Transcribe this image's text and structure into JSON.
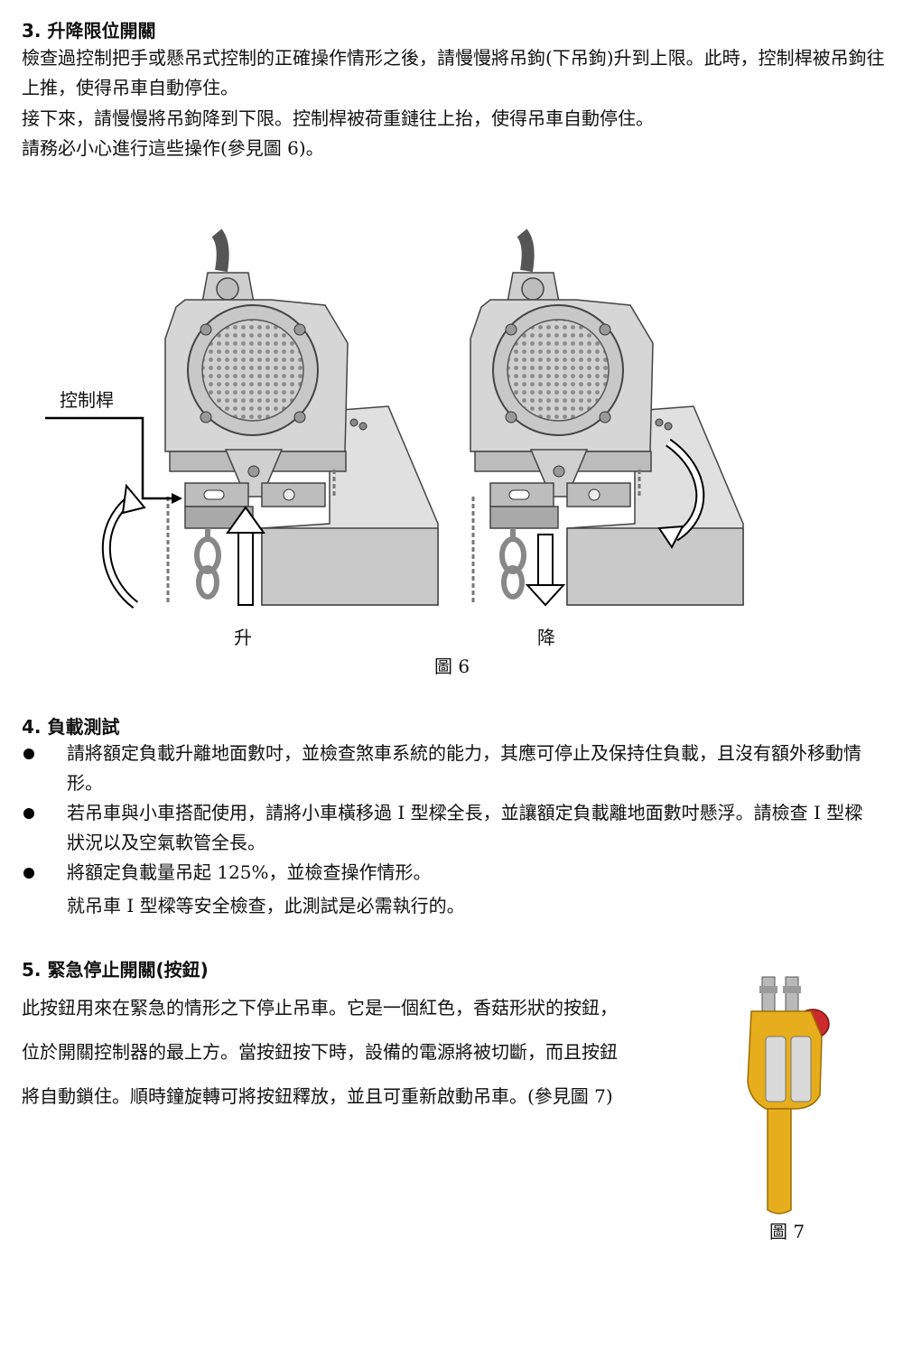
{
  "section3": {
    "heading": "3.  升降限位開關",
    "para1": "檢查過控制把手或懸吊式控制的正確操作情形之後，請慢慢將吊鉤(下吊鉤)升到上限。此時，控制桿被吊鉤往上推，使得吊車自動停住。",
    "para2": "接下來，請慢慢將吊鉤降到下限。控制桿被荷重鏈往上抬，使得吊車自動停住。",
    "para3": "請務必小心進行這些操作(參見圖 6)。"
  },
  "figure6": {
    "lever_label": "控制桿",
    "up_label": "升",
    "down_label": "降",
    "caption": "圖 6"
  },
  "section4": {
    "heading": "4.  負載測試",
    "bullets": [
      "請將額定負載升離地面數吋，並檢查煞車系統的能力，其應可停止及保持住負載，且沒有額外移動情形。",
      "若吊車與小車搭配使用，請將小車橫移過 I 型樑全長，並讓額定負載離地面數吋懸浮。請檢查 I 型樑狀況以及空氣軟管全長。",
      "將額定負載量吊起 125%，並檢查操作情形。"
    ],
    "note": "就吊車 I 型樑等安全檢查，此測試是必需執行的。"
  },
  "section5": {
    "heading": "5.  緊急停止開關(按鈕)",
    "lines": [
      "此按鈕用來在緊急的情形之下停止吊車。它是一個紅色，香菇形狀的按鈕，",
      "位於開關控制器的最上方。當按鈕按下時，設備的電源將被切斷，而且按鈕",
      "將自動鎖住。順時鐘旋轉可將按鈕釋放，並且可重新啟動吊車。(參見圖  7)"
    ]
  },
  "figure7": {
    "caption": "圖  7"
  },
  "colors": {
    "text": "#111111",
    "device_gray": "#d2d2d2",
    "handle_yellow": "#e6ad1c",
    "stop_red": "#cc2b2b"
  }
}
